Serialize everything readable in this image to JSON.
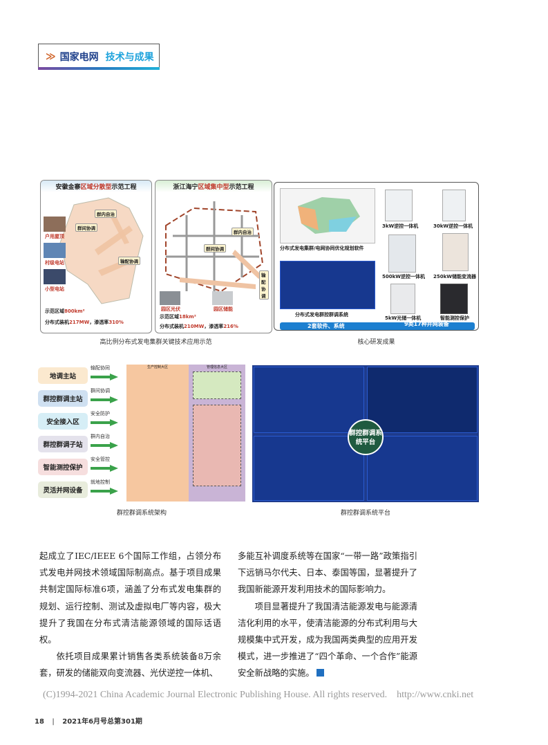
{
  "header": {
    "chevron": "≫",
    "section": "国家电网",
    "subsection": "技术与成果"
  },
  "figure1": {
    "left_panel": {
      "title_pre": "安徽金寨",
      "title_hl": "区域分散型",
      "title_post": "示范工程",
      "labels": [
        "群内自治",
        "群间协调",
        "输配协调"
      ],
      "photos": [
        "户用屋顶",
        "村级电站",
        "小型电站"
      ],
      "stat1_pre": "示范区域",
      "stat1_val": "800km²",
      "stat2_pre": "分布式装机",
      "stat2_val": "217MW",
      "stat2_mid": "，渗透率",
      "stat2_val2": "310%"
    },
    "right_panel": {
      "title_pre": "浙江海宁",
      "title_hl": "区域集中型",
      "title_post": "示范工程",
      "labels": [
        "群内自治",
        "群间协调",
        "输配协调"
      ],
      "photos": [
        "园区光伏",
        "园区储能"
      ],
      "stat1_pre": "示范区域",
      "stat1_val": "18km²",
      "stat2_pre": "分布式装机",
      "stat2_val": "210MW",
      "stat2_mid": "，渗透率",
      "stat2_val2": "216%"
    },
    "caption": "高比例分布式发电集群关键技术应用示范"
  },
  "figure2": {
    "software": [
      "分布式发电集群/电网协同优化规划软件",
      "分布式发电群控群调系统"
    ],
    "devices": [
      "3kW逆控一体机",
      "30kW逆控一体机",
      "500kW逆控一体机",
      "250kW储能变流器",
      "5kW光储一体机",
      "智能测控保护"
    ],
    "banner_left": "2套软件、系统",
    "banner_right": "9类17种并网装备",
    "caption": "核心研发成果"
  },
  "figure3": {
    "rows": [
      {
        "label": "地调主站",
        "action": "输配协同",
        "color": "#fbe9cf"
      },
      {
        "label": "群控群调主站",
        "action": "群间协调",
        "color": "#cfe0f1"
      },
      {
        "label": "安全接入区",
        "action": "安全防护",
        "color": "#d6eef6"
      },
      {
        "label": "群控群调子站",
        "action": "群内自治",
        "color": "#e4e2ec"
      },
      {
        "label": "智能测控保护",
        "action": "安全管控",
        "color": "#f6dede"
      },
      {
        "label": "灵活并网设备",
        "action": "就地控制",
        "color": "#e8ecdc"
      }
    ],
    "zone1": "生产控制大区",
    "zone2": "管理信息大区",
    "caption": "群控群调系统架构"
  },
  "figure4": {
    "badge": "群控群调系统平台",
    "caption": "群控群调系统平台"
  },
  "body": {
    "left": [
      "起成立了IEC/IEEE 6个国际工作组，占领分布式发电并网技术领域国际制高点。基于项目成果共制定国际标准6项，涵盖了分布式发电集群的规划、运行控制、测试及虚拟电厂等内容，极大提升了我国在分布式清洁能源领域的国际话语权。",
      "依托项目成果累计销售各类系统装备8万余套，研发的储能双向变流器、光伏逆控一体机、"
    ],
    "right": [
      "多能互补调度系统等在国家“一带一路”政策指引下远销马尔代夫、日本、泰国等国，显著提升了我国新能源开发利用技术的国际影响力。",
      "项目显著提升了我国清洁能源发电与能源清洁化利用的水平，使清洁能源的分布式利用与大规模集中式开发，成为我国两类典型的应用开发模式，进一步推进了“四个革命、一个合作”能源安全新战略的实施。"
    ]
  },
  "copyright": "(C)1994-2021 China Academic Journal Electronic Publishing House. All rights reserved.    http://www.cnki.net",
  "footer": {
    "page": "18",
    "sep": "|",
    "issue": "2021年6月号总第301期"
  }
}
